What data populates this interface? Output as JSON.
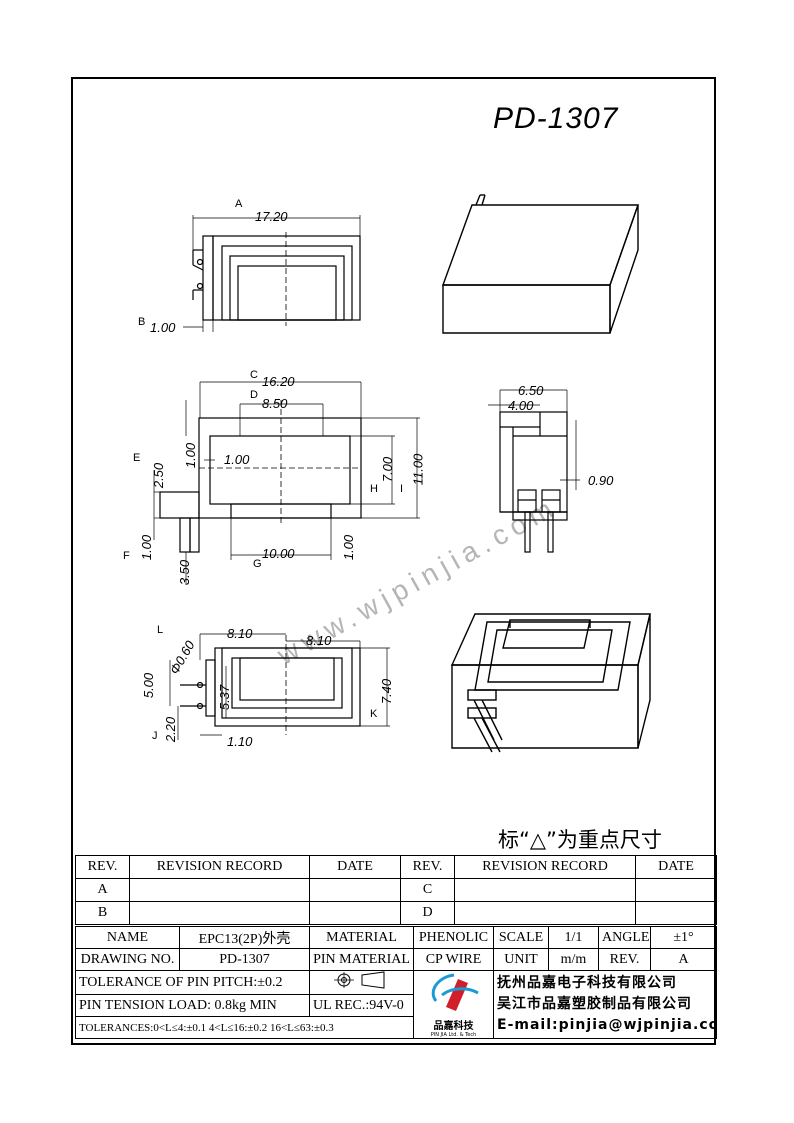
{
  "drawing_title": "PD-1307",
  "dimensions": {
    "top_width": "17.20",
    "top_offset": "1.00",
    "front_width": "16.20",
    "front_inner": "8.50",
    "front_top": "1.00",
    "front_side": "1.00",
    "front_height_left": "2.50",
    "front_h1": "7.00",
    "front_h2": "11.00",
    "front_bot_left": "1.00",
    "front_pin": "3.50",
    "front_bottom": "10.00",
    "front_bot_right": "1.00",
    "side_w1": "6.50",
    "side_w2": "4.00",
    "side_pin": "0.90",
    "bot_w1": "8.10",
    "bot_w2": "8.10",
    "bot_dia": "Φ0.60",
    "bot_h1": "5.00",
    "bot_h2": "5.37",
    "bot_h3": "2.20",
    "bot_h4": "7.40",
    "bot_off": "1.10"
  },
  "callouts": [
    "A",
    "B",
    "C",
    "D",
    "E",
    "F",
    "G",
    "H",
    "I",
    "J",
    "K",
    "L"
  ],
  "watermark": "www.wjpinjia.com",
  "note": "标“△”为重点尺寸",
  "revision_table": {
    "headers": [
      "REV.",
      "REVISION RECORD",
      "DATE",
      "REV.",
      "REVISION RECORD",
      "DATE"
    ],
    "rows": [
      [
        "A",
        "",
        "",
        "C",
        "",
        ""
      ],
      [
        "B",
        "",
        "",
        "D",
        "",
        ""
      ]
    ]
  },
  "info_table": {
    "name_label": "NAME",
    "name_value": "EPC13(2P)外壳",
    "material_label": "MATERIAL",
    "material_value": "PHENOLIC",
    "scale_label": "SCALE",
    "scale_value": "1/1",
    "angle_label": "ANGLE",
    "angle_value": "±1°",
    "drawing_no_label": "DRAWING NO.",
    "drawing_no_value": "PD-1307",
    "pin_material_label": "PIN MATERIAL",
    "pin_material_value": "CP WIRE",
    "unit_label": "UNIT",
    "unit_value": "m/m",
    "rev_label": "REV.",
    "rev_value": "A",
    "tolerance_pitch": "TOLERANCE OF PIN PITCH:±0.2",
    "pin_tension": "PIN TENSION LOAD:  0.8kg  MIN",
    "ul_rec": "UL REC.:94V-0",
    "tolerances": "TOLERANCES:0<L≤4:±0.1 4<L≤16:±0.2 16<L≤63:±0.3",
    "logo_text": "品嘉科技",
    "logo_sub": "PIN JIA Ltd. & Tech",
    "company1": "抚州品嘉电子科技有限公司",
    "company2": "吴江市品嘉塑胶制品有限公司",
    "email": "E-mail:pinjia@wjpinjia.com"
  }
}
